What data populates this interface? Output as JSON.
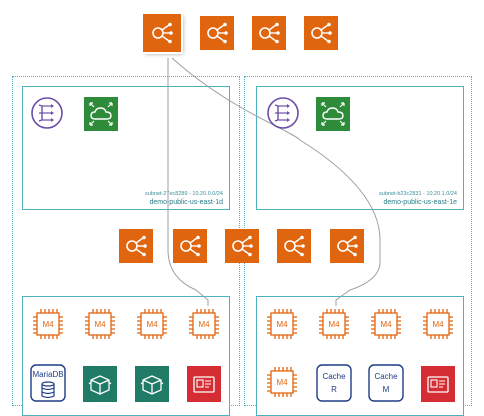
{
  "subnets": {
    "left": {
      "meta": "subnet-27ec8289 - 10.20.0.0/24",
      "name": "demo-public-us-east-1d"
    },
    "right": {
      "meta": "subnet-b23c2831 - 10.20.1.0/24",
      "name": "demo-public-us-east-1e"
    }
  },
  "instances": {
    "left": [
      "M4",
      "M4",
      "M4",
      "M4",
      "MariaDB"
    ],
    "right": [
      "M4",
      "M4",
      "M4",
      "M4",
      "M4"
    ]
  },
  "caches": [
    {
      "line1": "Cache",
      "line2": "R"
    },
    {
      "line1": "Cache",
      "line2": "M"
    }
  ],
  "icons": {
    "load_balancer": "elb-icon",
    "nat_gateway": "nat-gateway-icon",
    "vpn": "vpn-gateway-icon",
    "chip": "ec2-instance-icon",
    "package": "package-icon",
    "directory": "directory-service-icon"
  },
  "colors": {
    "orange": "#e0650f",
    "green": "#2e8b3a",
    "teal": "#1f7a66",
    "red": "#d42d33",
    "navy": "#1e3c86",
    "border": "#4fb3bf"
  }
}
